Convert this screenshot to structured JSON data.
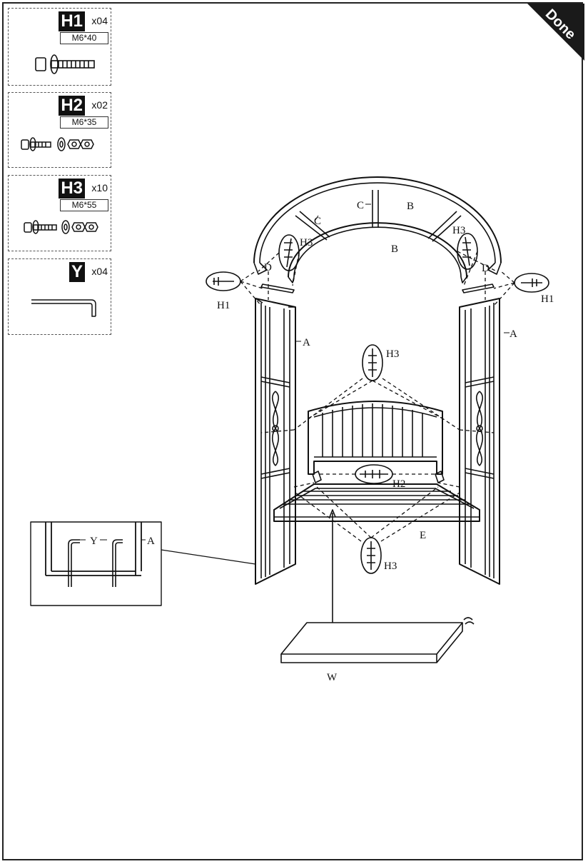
{
  "corner_badge": "Done",
  "parts": [
    {
      "code": "H1",
      "qty": "x04",
      "size": "M6*40"
    },
    {
      "code": "H2",
      "qty": "x02",
      "size": "M6*35"
    },
    {
      "code": "H3",
      "qty": "x10",
      "size": "M6*55"
    },
    {
      "code": "Y",
      "qty": "x04",
      "size": ""
    }
  ],
  "labels": {
    "arch_upper": "B",
    "arch_lower": "B",
    "brace_left": "C",
    "brace_center": "C",
    "connector_left": "D",
    "connector_right": "D",
    "panel_left": "A",
    "panel_right": "A",
    "detail_panel": "A",
    "detail_key": "Y",
    "seat_frame": "E",
    "cushion": "W",
    "bolt_h1_left": "H1",
    "bolt_h1_right": "H1",
    "bolt_h3_arch_left": "H3",
    "bolt_h3_arch_right": "H3",
    "bolt_h3_back": "H3",
    "bolt_h3_seat": "H3",
    "bolt_h2_seat": "H2"
  },
  "colors": {
    "ink": "#111111",
    "badge": "#1a1a1a"
  }
}
